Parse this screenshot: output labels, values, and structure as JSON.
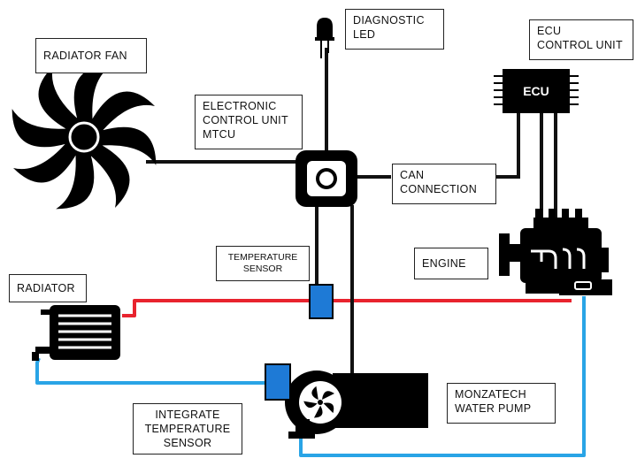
{
  "labels": {
    "radiator_fan": [
      "RADIATOR FAN"
    ],
    "diagnostic_led": [
      "DIAGNOSTIC",
      "LED"
    ],
    "ecu_control_unit": [
      "ECU",
      "CONTROL UNIT"
    ],
    "ecu_chip": "ECU",
    "electronic_control_unit": [
      "ELECTRONIC",
      "CONTROL UNIT",
      "MTCU"
    ],
    "can_connection": [
      "CAN",
      "CONNECTION"
    ],
    "engine": [
      "ENGINE"
    ],
    "temperature_sensor": [
      "TEMPERATURE",
      "SENSOR"
    ],
    "radiator": [
      "RADIATOR"
    ],
    "water_pump": [
      "MONZATECH",
      "WATER PUMP"
    ],
    "integrate_temperature_sensor": [
      "INTEGRATE",
      "TEMPERATURE",
      "SENSOR"
    ]
  },
  "colors": {
    "wire": "#111111",
    "hot_coolant": "#e8232e",
    "cold_coolant": "#29a4e6",
    "sensor_fill": "#1e7ad6"
  }
}
